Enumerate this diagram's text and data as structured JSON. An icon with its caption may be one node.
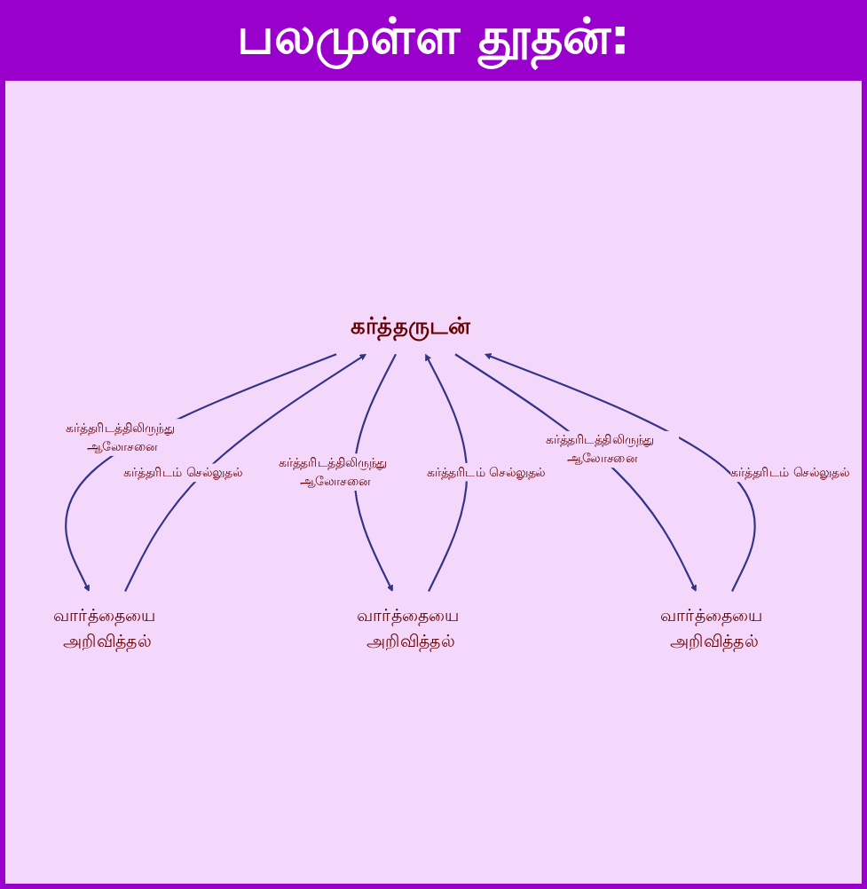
{
  "diagram": {
    "title": "பலமுள்ள தூதன்:",
    "nodes": [
      {
        "text": [
          "கர்த்தருடன்"
        ]
      },
      {
        "text": [
          "வார்த்தையை அறிவித்தல்"
        ]
      },
      {
        "text": [
          "வார்த்தையை அறிவித்தல்"
        ]
      },
      {
        "text": [
          "வார்த்தையை அறிவித்தல்"
        ]
      }
    ],
    "edges": [
      {
        "from": 0,
        "to": 1,
        "arrow": "to",
        "label": "கர்த்தரிடத்திலிருந்து ஆலோசனை"
      },
      {
        "from": 0,
        "to": 2,
        "arrow": "to",
        "label": "கர்த்தரிடத்திலிருந்து ஆலோசனை"
      },
      {
        "from": 0,
        "to": 3,
        "arrow": "to",
        "label": "கர்த்தரிடத்திலிருந்து ஆலோசனை"
      },
      {
        "from": 1,
        "to": 0,
        "arrow": "to",
        "label": "கர்த்தரிடம் செல்லுதல்"
      },
      {
        "from": 2,
        "to": 0,
        "arrow": "to",
        "label": "கர்த்தரிடம் செல்லுதல்"
      },
      {
        "from": 3,
        "to": 0,
        "arrow": "to",
        "label": "கர்த்தரிடம் செல்லுதல்"
      }
    ]
  }
}
